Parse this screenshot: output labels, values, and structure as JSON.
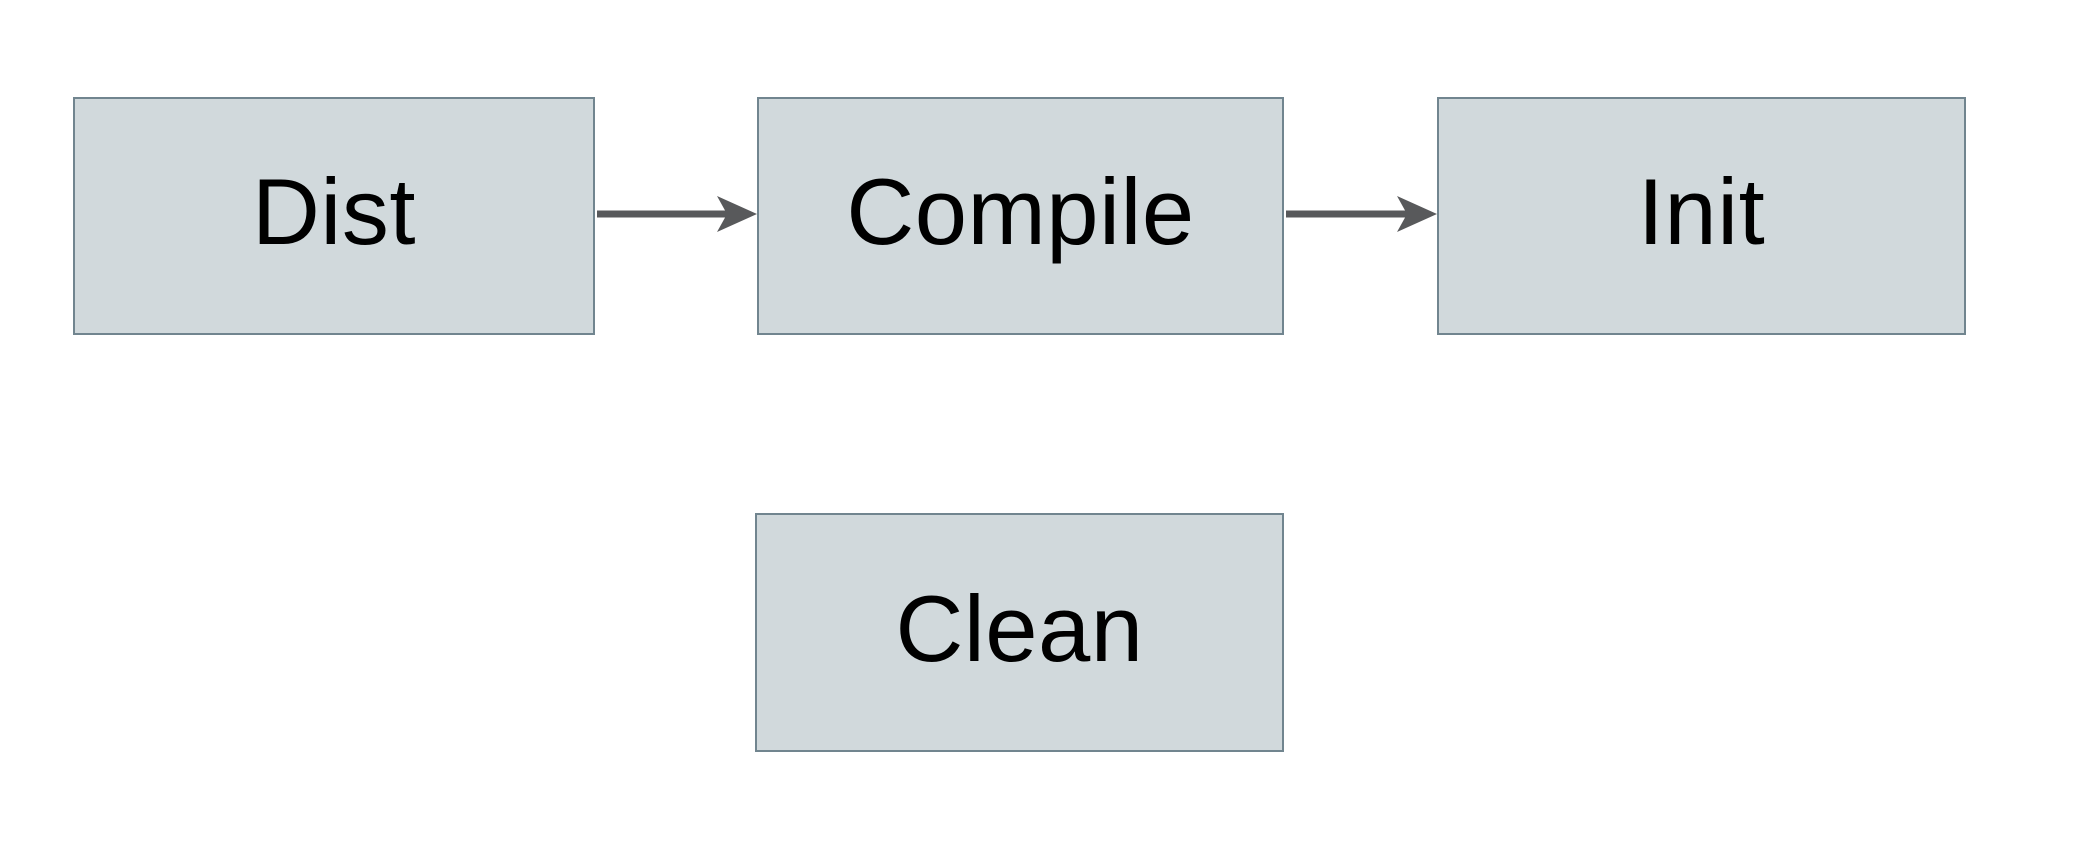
{
  "diagram": {
    "title": "build-targets-flowchart",
    "nodes": [
      {
        "id": "dist",
        "label": "Dist"
      },
      {
        "id": "compile",
        "label": "Compile"
      },
      {
        "id": "init",
        "label": "Init"
      },
      {
        "id": "clean",
        "label": "Clean"
      }
    ],
    "edges": [
      {
        "from": "Dist",
        "to": "Compile",
        "direction": "right"
      },
      {
        "from": "Compile",
        "to": "Init",
        "direction": "right"
      }
    ],
    "colors": {
      "background": "#ffffff",
      "node_fill": "#d1d9dc",
      "node_border": "#71858f",
      "arrow": "#58595b",
      "text": "#000000"
    }
  }
}
